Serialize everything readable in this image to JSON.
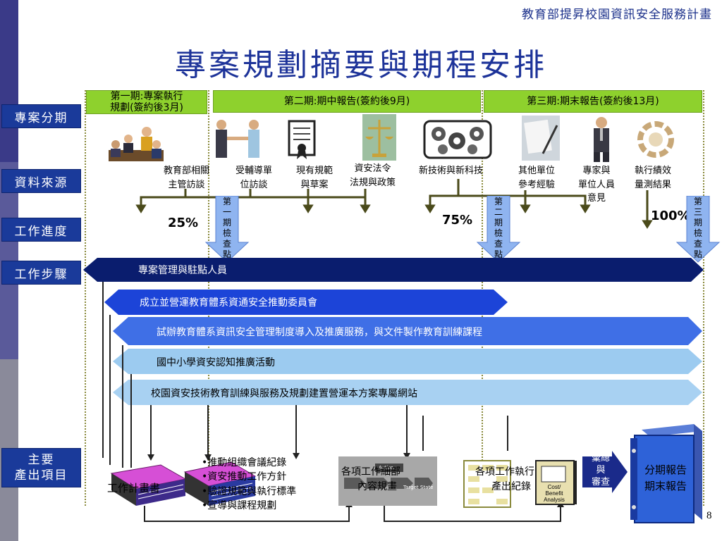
{
  "header": {
    "org": "教育部提昇校園資訊安全服務計畫"
  },
  "title": "專案規劃摘要與期程安排",
  "row_labels": {
    "phases": "專案分期",
    "sources": "資料來源",
    "progress": "工作進度",
    "steps": "工作步驟",
    "outputs_line1": "主要",
    "outputs_line2": "產出項目"
  },
  "phases": [
    {
      "line1": "第一期:專案執行",
      "line2": "規劃(簽約後3月)"
    },
    {
      "line1": "第二期:期中報告(簽約後9月)",
      "line2": ""
    },
    {
      "line1": "第三期:期末報告(簽約後13月)",
      "line2": ""
    }
  ],
  "sources": [
    {
      "line1": "教育部相關",
      "line2": "主管訪談",
      "line3": "",
      "icon": "meeting-icon"
    },
    {
      "line1": "受輔導單",
      "line2": "位訪談",
      "line3": "",
      "icon": "handshake-icon"
    },
    {
      "line1": "現有規範",
      "line2": "與草案",
      "line3": "",
      "icon": "certificate-icon"
    },
    {
      "line1": "資安法令",
      "line2": "法規與政策",
      "line3": "",
      "icon": "scales-icon"
    },
    {
      "line1": "新技術與新科技",
      "line2": "",
      "line3": "",
      "icon": "gears-icon"
    },
    {
      "line1": "其他單位",
      "line2": "參考經驗",
      "line3": "",
      "icon": "writing-icon"
    },
    {
      "line1": "專家與",
      "line2": "單位人員",
      "line3": "意見",
      "icon": "expert-icon"
    },
    {
      "line1": "執行績效",
      "line2": "量測結果",
      "line3": "",
      "icon": "cycle-icon"
    }
  ],
  "progress": {
    "pct1": "25%",
    "pct2": "75%",
    "pct3": "100%",
    "check1": [
      "第",
      "一",
      "期",
      "檢",
      "查",
      "點"
    ],
    "check2": [
      "第",
      "二",
      "期",
      "檢",
      "查",
      "點"
    ],
    "check3": [
      "第",
      "三",
      "期",
      "檢",
      "查",
      "點"
    ]
  },
  "steps": [
    "專案管理與駐點人員",
    "成立並營運教育體系資通安全推動委員會",
    "試辦教育體系資訊安全管理制度導入及推廣服務，與文件製作教育訓練課程",
    "國中小學資安認知推廣活動",
    "校園資安技術教育訓練與服務及規劃建置營運本方案專屬網站"
  ],
  "outputs": {
    "plan_book": "工作計畫書",
    "bullets": [
      "•推動組織會議紀錄",
      "•資安推動工作方針",
      "•驗證規範與執行標準",
      "•宣導與課程規劃"
    ],
    "spec_line1": "各項工作細部",
    "spec_line2": "內容規畫",
    "record_line1": "各項工作執行",
    "record_line2": "產出紀錄",
    "review_1": "彙總",
    "review_2": "與",
    "review_3": "審查",
    "report_line1": "分期報告",
    "report_line2": "期末報告",
    "action_text": "Action",
    "target_text": "Target State",
    "cost_text_1": "Cost/",
    "cost_text_2": "Benefit",
    "cost_text_3": "Analysis"
  },
  "page_number": "8",
  "colors": {
    "sidebar_dark": "#3a3a88",
    "sidebar_mid": "#5a5a9a",
    "sidebar_grey": "#8a8a9a",
    "label_blue": "#1a3a9a",
    "phase_green": "#8ed12d",
    "step_navy": "#0a1d6e",
    "step_blue": "#1c44d8",
    "step_light": "#9ccbf0"
  }
}
